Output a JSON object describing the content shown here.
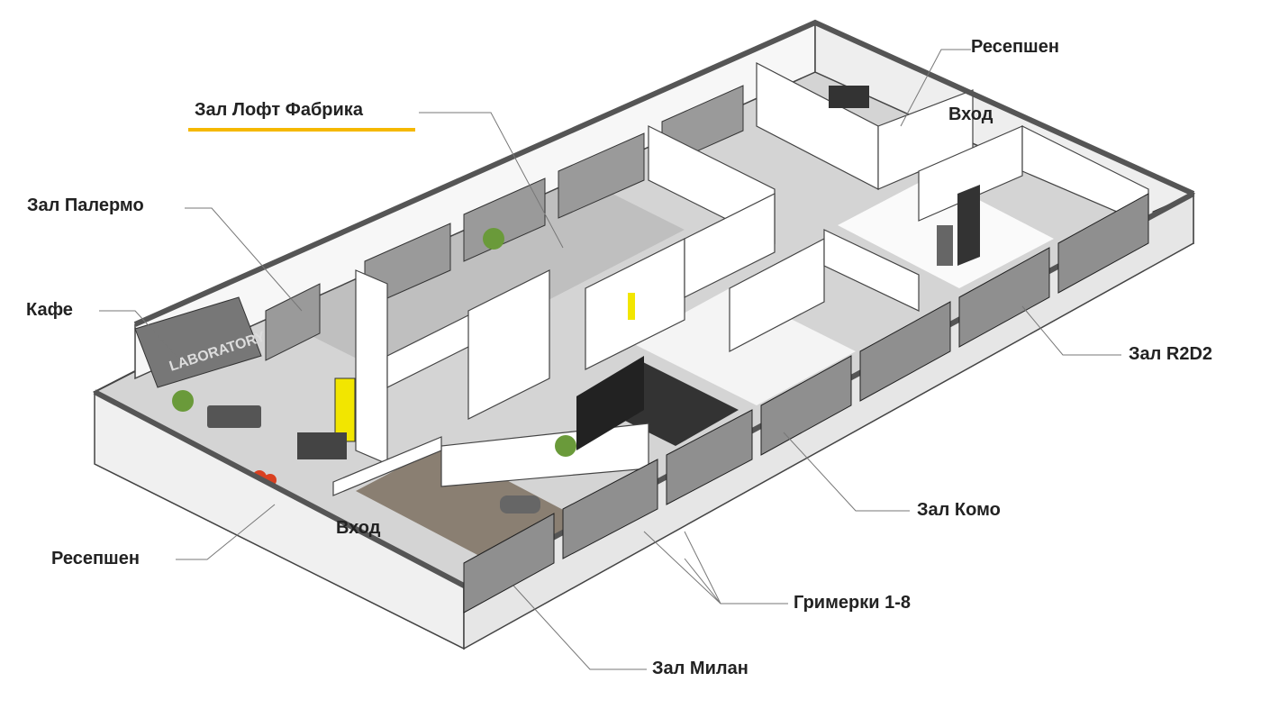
{
  "labels": {
    "reception_top": "Ресепшен",
    "loft_fabrika": "Зал Лофт Фабрика",
    "entrance_top": "Вход",
    "palermo": "Зал Палермо",
    "cafe": "Кафе",
    "r2d2": "Зал R2D2",
    "como": "Зал Комо",
    "entrance_bottom": "Вход",
    "reception_bottom": "Ресепшен",
    "dressing_rooms": "Гримерки 1-8",
    "milan": "Зал Милан"
  },
  "sign": "LABORATORY",
  "colors": {
    "highlight": "#f5b800",
    "wall": "#f2f2f2",
    "wall_top": "#555555",
    "floor": "#bdbdbd",
    "accent_yellow": "#f2e600"
  }
}
